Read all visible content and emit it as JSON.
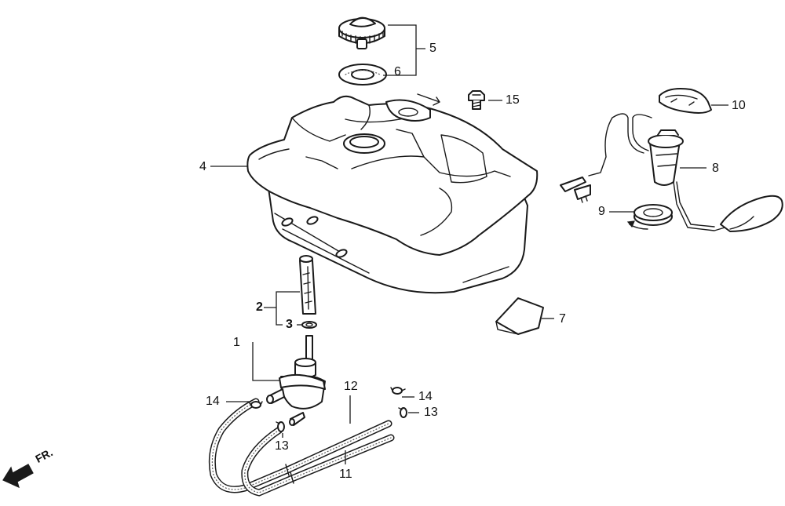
{
  "labels": {
    "l1": "1",
    "l2": "2",
    "l3": "3",
    "l4": "4",
    "l5": "5",
    "l6": "6",
    "l7": "7",
    "l8": "8",
    "l9": "9",
    "l10": "10",
    "l11": "11",
    "l12": "12",
    "l13a": "13",
    "l13b": "13",
    "l14a": "14",
    "l14b": "14",
    "l15": "15"
  },
  "direction": "FR.",
  "colors": {
    "line": "#1a1a1a",
    "background": "#ffffff"
  }
}
